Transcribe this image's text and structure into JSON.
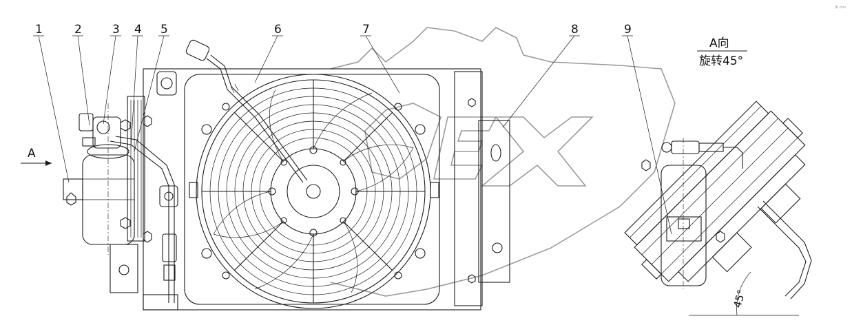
{
  "callouts": [
    "1",
    "2",
    "3",
    "4",
    "5",
    "6",
    "7",
    "8",
    "9"
  ],
  "view": {
    "name": "A向",
    "rotation": "旋转45°"
  },
  "arrow_label": "A",
  "angle_label": "45°",
  "corner_mark": "ⓐ ▭▭",
  "watermark": "PLEX",
  "colors": {
    "line": "#1a1a1a",
    "watermark": "#9a9a9a",
    "background": "#ffffff"
  }
}
